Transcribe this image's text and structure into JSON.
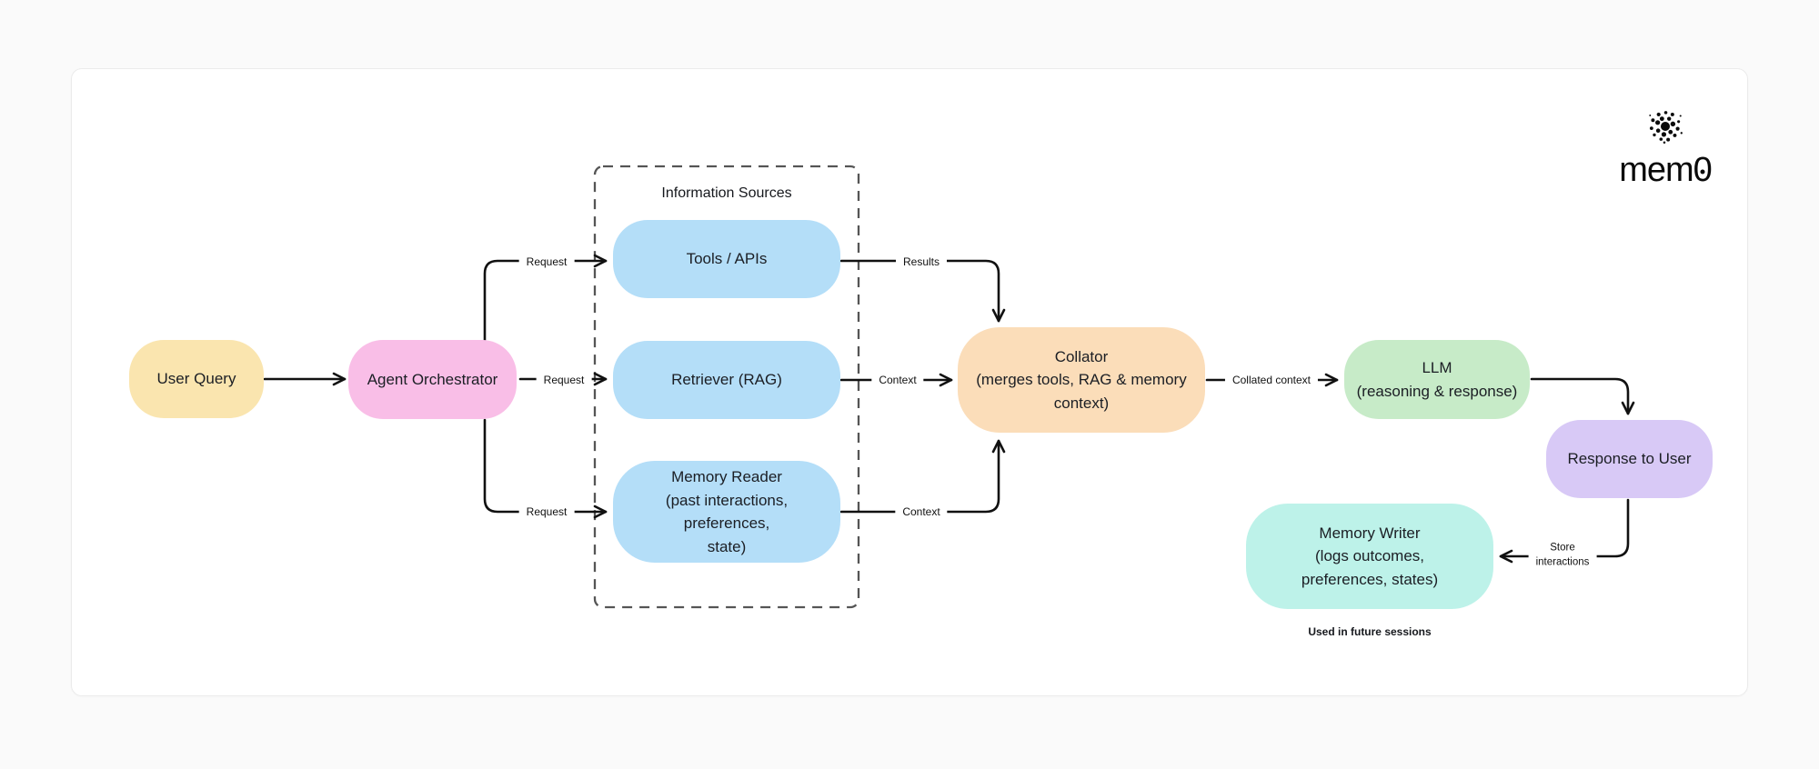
{
  "page": {
    "background": "#fafafa",
    "card_background": "#ffffff",
    "card_border": "#ebebeb"
  },
  "logo": {
    "wordmark_text": "mem",
    "wordmark_zero": "0"
  },
  "diagram": {
    "nodes": {
      "user_query": {
        "label": "User Query",
        "fill": "#FAE5AF"
      },
      "agent_orchestrator": {
        "label": "Agent Orchestrator",
        "fill": "#F9BEE7"
      },
      "tools_apis": {
        "label": "Tools / APIs",
        "fill": "#B4DEF8"
      },
      "retriever": {
        "label": "Retriever (RAG)",
        "fill": "#B4DEF8"
      },
      "memory_reader": {
        "label": "Memory Reader\n(past interactions, preferences,\nstate)",
        "fill": "#B4DEF8"
      },
      "collator": {
        "label": "Collator\n(merges tools, RAG & memory\ncontext)",
        "fill": "#FBDDB9"
      },
      "llm": {
        "label": "LLM\n(reasoning & response)",
        "fill": "#C7EBC8"
      },
      "response_to_user": {
        "label": "Response to User",
        "fill": "#D8C9F6"
      },
      "memory_writer": {
        "label": "Memory Writer\n(logs outcomes,\npreferences, states)",
        "fill": "#BDF2E9"
      }
    },
    "group": {
      "title": "Information Sources"
    },
    "edge_labels": {
      "request_tools": "Request",
      "request_retriever": "Request",
      "request_memory": "Request",
      "results": "Results",
      "context_rag": "Context",
      "context_memory": "Context",
      "collated_context": "Collated context",
      "store_interactions": "Store\ninteractions"
    },
    "caption": "Used in future sessions",
    "colors": {
      "line": "#111111",
      "dashed_border": "#555555",
      "node_text": "#1b1e24"
    }
  }
}
